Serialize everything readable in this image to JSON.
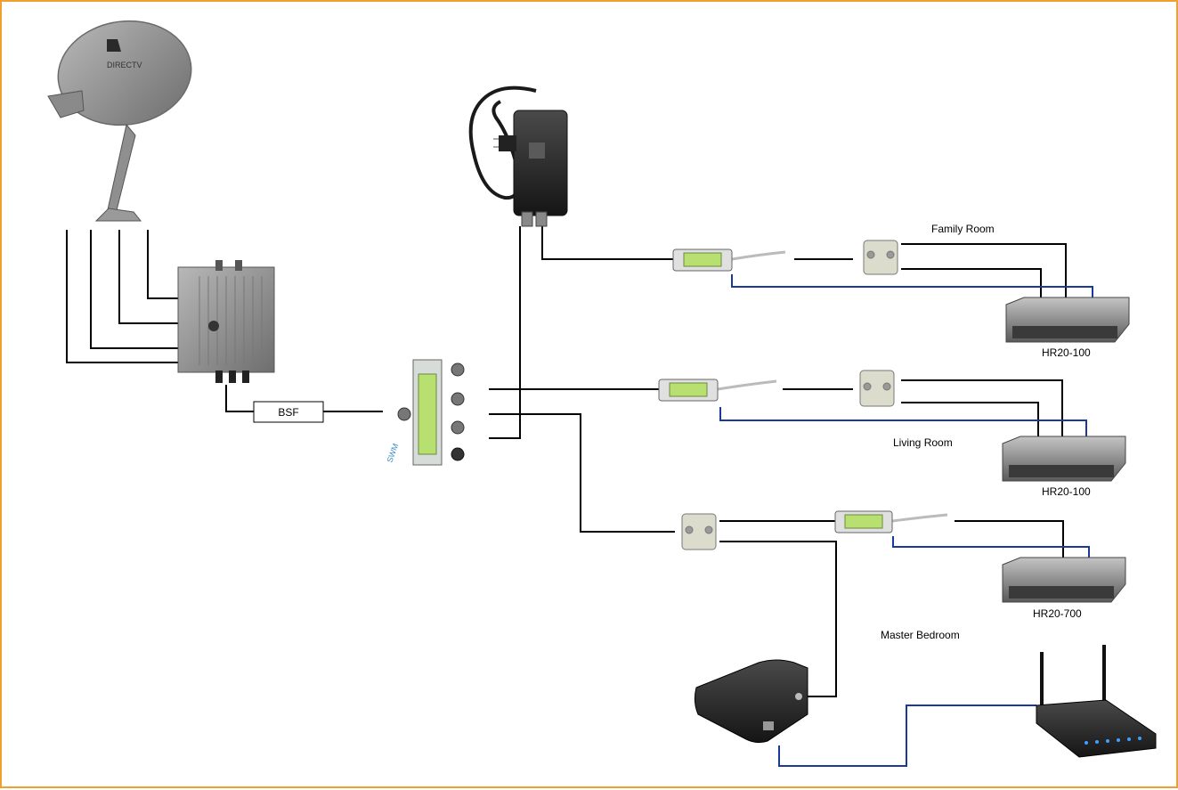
{
  "labels": {
    "bsf": "BSF",
    "family_room": "Family Room",
    "living_room": "Living Room",
    "master_bedroom": "Master Bedroom",
    "receiver_1": "HR20-100",
    "receiver_2": "HR20-100",
    "receiver_3": "HR20-700"
  },
  "colors": {
    "frame": "#f0a030",
    "coax": "#000000",
    "ethernet": "#1a3a9a"
  },
  "icons": [
    "satellite-dish-icon",
    "multiswitch-icon",
    "power-inserter-icon",
    "splitter-icon",
    "deca-adapter-icon",
    "receiver-icon",
    "cinema-connection-kit-icon",
    "wireless-router-icon"
  ]
}
